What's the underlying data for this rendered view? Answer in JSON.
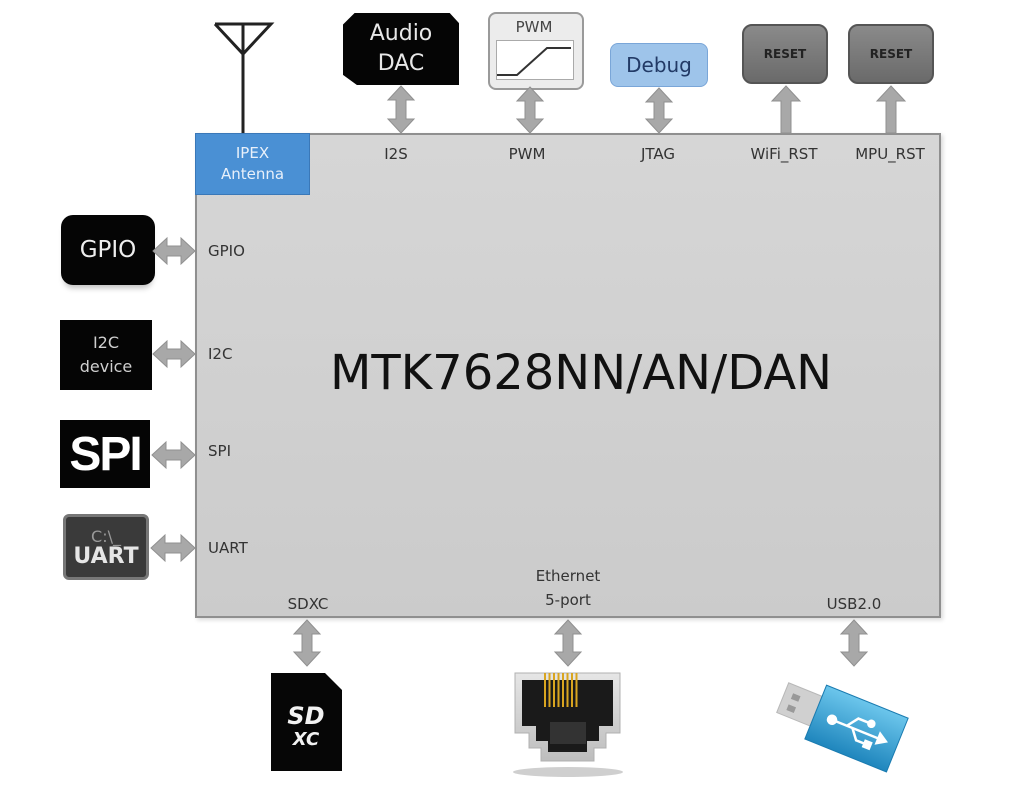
{
  "chip": {
    "name": "MTK7628NN/AN/DAN"
  },
  "antenna": {
    "label_line1": "IPEX",
    "label_line2": "Antenna"
  },
  "top_interfaces": [
    {
      "pin": "I2S",
      "device_line1": "Audio",
      "device_line2": "DAC",
      "direction": "bidirectional"
    },
    {
      "pin": "PWM",
      "device": "PWM",
      "direction": "bidirectional"
    },
    {
      "pin": "JTAG",
      "device": "Debug",
      "direction": "bidirectional"
    },
    {
      "pin": "WiFi_RST",
      "device": "RESET",
      "direction": "to-chip"
    },
    {
      "pin": "MPU_RST",
      "device": "RESET",
      "direction": "to-chip"
    }
  ],
  "left_interfaces": [
    {
      "pin": "GPIO",
      "device": "GPIO",
      "direction": "bidirectional"
    },
    {
      "pin": "I2C",
      "device_line1": "I2C",
      "device_line2": "device",
      "direction": "bidirectional"
    },
    {
      "pin": "SPI",
      "device": "SPI",
      "direction": "bidirectional"
    },
    {
      "pin": "UART",
      "device_sub": "C:\\_",
      "device": "UART",
      "direction": "bidirectional"
    }
  ],
  "bottom_interfaces": [
    {
      "pin": "SDXC",
      "device_icon": "sdxc-card-icon",
      "card_text_line1": "SD",
      "card_text_line2": "XC",
      "direction": "bidirectional"
    },
    {
      "pin_line1": "Ethernet",
      "pin_line2": "5-port",
      "device_icon": "rj45-port-icon",
      "direction": "bidirectional"
    },
    {
      "pin": "USB2.0",
      "device_icon": "usb-drive-icon",
      "direction": "bidirectional"
    }
  ],
  "colors": {
    "chip_fill": "#cfcfcf",
    "chip_border": "#8f8f8f",
    "antenna_block": "#4a90d4",
    "debug_block": "#9ec4ea",
    "reset_block": "#7a7a7a",
    "arrow": "#a8a8a8",
    "usb_blue": "#2a9bd0",
    "rj45_gold": "#d9a520"
  }
}
